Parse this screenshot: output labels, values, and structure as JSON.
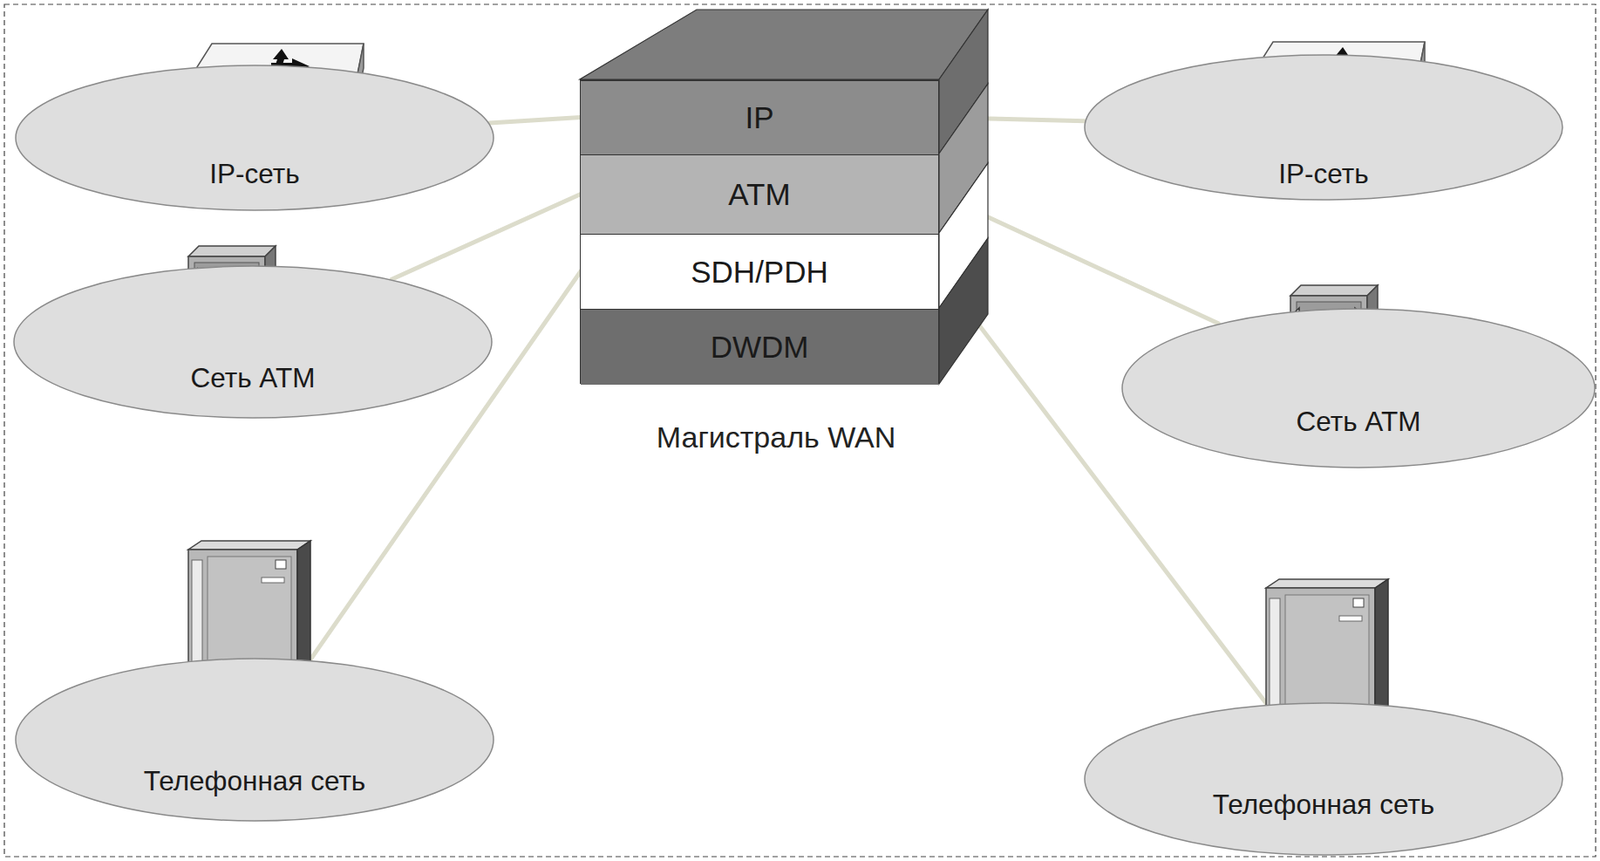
{
  "diagram": {
    "nodes": [
      {
        "text": [
          "IP-сеть"
        ]
      },
      {
        "text": [
          "Магистраль WAN"
        ]
      },
      {
        "text": [
          "IP"
        ],
        "in": 1
      },
      {
        "text": [
          "ATM"
        ],
        "in": 1
      },
      {
        "text": [
          "SDH/PDH"
        ],
        "in": 1
      },
      {
        "text": [
          "DWDM"
        ],
        "in": 1
      },
      {
        "text": [
          "IP-сеть"
        ]
      },
      {
        "text": [
          "Сеть ATM"
        ]
      },
      {
        "text": [
          "Сеть ATM"
        ]
      },
      {
        "text": [
          "Телефонная сеть"
        ]
      },
      {
        "text": [
          "Телефонная сеть"
        ]
      }
    ],
    "edges": [
      {
        "from": 0,
        "to": 2,
        "arrow": "none"
      },
      {
        "from": 7,
        "to": 3,
        "arrow": "none"
      },
      {
        "from": 9,
        "to": 4,
        "arrow": "none"
      },
      {
        "from": 2,
        "to": 6,
        "arrow": "none"
      },
      {
        "from": 3,
        "to": 8,
        "arrow": "none"
      },
      {
        "from": 4,
        "to": 10,
        "arrow": "none"
      }
    ]
  }
}
